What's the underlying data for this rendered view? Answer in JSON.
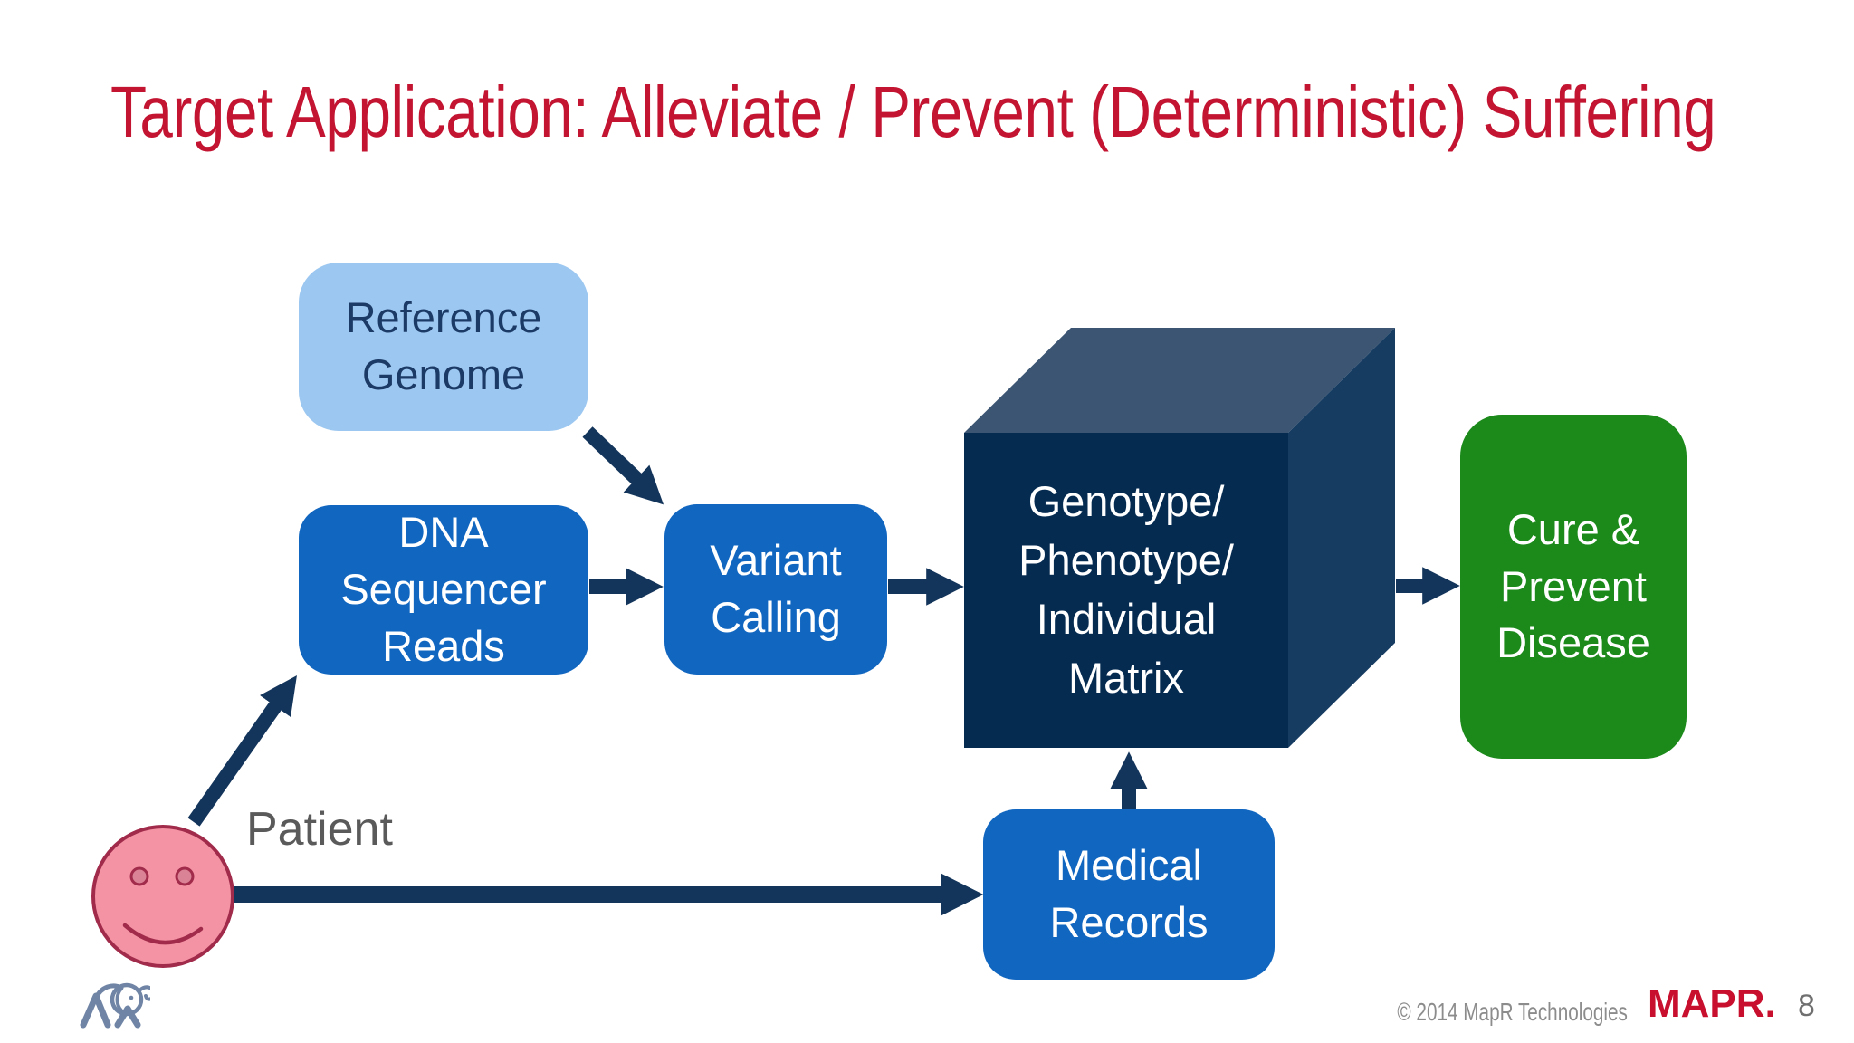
{
  "page": {
    "title": "Target Application: Alleviate / Prevent (Deterministic) Suffering"
  },
  "nodes": {
    "reference_genome": {
      "label": "Reference\nGenome",
      "fill": "#9CC7F0"
    },
    "dna_reads": {
      "label": "DNA\nSequencer\nReads",
      "fill": "#1166C0"
    },
    "variant_calling": {
      "label": "Variant\nCalling",
      "fill": "#1166C0"
    },
    "matrix_cube": {
      "label": "Genotype/\nPhenotype/\nIndividual\nMatrix",
      "fill_front": "#062B51",
      "fill_top": "#3B5572",
      "fill_right": "#173C62"
    },
    "cure_prevent": {
      "label": "Cure &\nPrevent\nDisease",
      "fill": "#1B8A1B"
    },
    "medical_records": {
      "label": "Medical\nRecords",
      "fill": "#1166C0"
    },
    "patient": {
      "label": "Patient"
    }
  },
  "edges": [
    {
      "from": "patient",
      "to": "dna_reads"
    },
    {
      "from": "patient",
      "to": "medical_records"
    },
    {
      "from": "reference_genome",
      "to": "variant_calling"
    },
    {
      "from": "dna_reads",
      "to": "variant_calling"
    },
    {
      "from": "variant_calling",
      "to": "matrix_cube"
    },
    {
      "from": "matrix_cube",
      "to": "cure_prevent"
    },
    {
      "from": "medical_records",
      "to": "matrix_cube"
    }
  ],
  "icons": {
    "patient_face": "smiley-face-icon",
    "brand_mark": "mapr-elephant-icon"
  },
  "footer": {
    "copyright": "© 2014 MapR Technologies",
    "logo": "MAPR.",
    "page_number": "8"
  },
  "colors": {
    "title_red": "#C31432",
    "arrow_navy": "#14355B",
    "box_blue": "#1166C0",
    "light_blue": "#9CC7F0",
    "green": "#1B8A1B",
    "cube_front": "#062B51",
    "cube_top": "#3B5572",
    "cube_right": "#173C62",
    "face_pink": "#F493A4",
    "face_outline": "#A12B4B",
    "gray_text": "#5A5A5A",
    "footer_gray": "#8C8C8C",
    "elephant_slate": "#7085A5"
  }
}
